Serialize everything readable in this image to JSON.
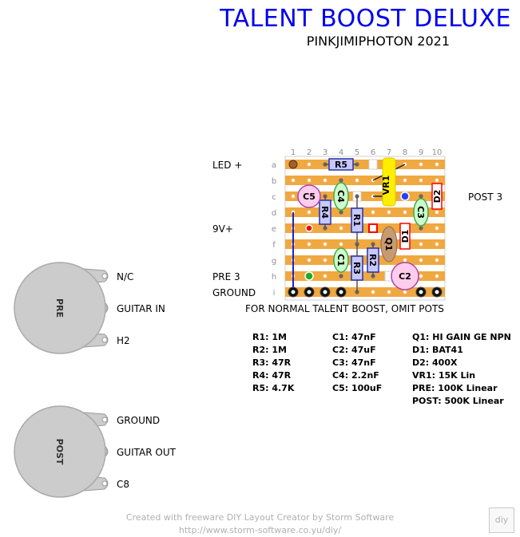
{
  "header": {
    "title": "TALENT BOOST DELUXE",
    "subtitle": "PINKJIMIPHOTON 2021"
  },
  "board": {
    "columns": [
      "1",
      "2",
      "3",
      "4",
      "5",
      "6",
      "7",
      "8",
      "9",
      "10"
    ],
    "rows": [
      "a",
      "b",
      "c",
      "d",
      "e",
      "f",
      "g",
      "h",
      "i"
    ],
    "strip_color": "#f0a840",
    "hole_color": "#ffffff",
    "component_labels": {
      "r1": "R1",
      "r2": "R2",
      "r3": "R3",
      "r4": "R4",
      "r5": "R5",
      "c1": "C1",
      "c2": "C2",
      "c3": "C3",
      "c4": "C4",
      "c5": "C5",
      "q1": "Q1",
      "d1": "D1",
      "d2": "D2",
      "vr1": "VR1"
    }
  },
  "board_labels": {
    "led_plus": "LED +",
    "v9_plus": "9V+",
    "pre3": "PRE 3",
    "ground": "GROUND",
    "post3": "POST 3"
  },
  "note": "FOR NORMAL TALENT BOOST, OMIT POTS",
  "pots": {
    "pre": {
      "name": "PRE",
      "lugs": [
        "N/C",
        "GUITAR IN",
        "H2"
      ]
    },
    "post": {
      "name": "POST",
      "lugs": [
        "GROUND",
        "GUITAR OUT",
        "C8"
      ]
    }
  },
  "bom": {
    "resistors": [
      "R1: 1M",
      "R2: 1M",
      "R3: 47R",
      "R4: 47R",
      "R5: 4.7K"
    ],
    "capacitors": [
      "C1: 47nF",
      "C2: 47uF",
      "C3: 47nF",
      "C4: 2.2nF",
      "C5: 100uF"
    ],
    "others": [
      "Q1: HI GAIN GE NPN",
      "D1: BAT41",
      "D2: 400X",
      "VR1: 15K Lin",
      "PRE: 100K Linear",
      "POST: 500K Linear"
    ]
  },
  "footer": {
    "line1": "Created with freeware DIY Layout Creator by Storm Software",
    "line2": "http://www.storm-software.co.yu/diy/",
    "logo_text": "diy"
  },
  "colors": {
    "title": "#0000ee",
    "resistor_body": "#c8c8ff",
    "resistor_border": "#2233aa",
    "cap_film": "#ccffcc",
    "cap_film_border": "#44aa44",
    "cap_elec": "#ffccee",
    "cap_elec_border": "#aa44aa",
    "diode_border": "#ff0000",
    "trimmer": "#ffee00",
    "transistor": "#c89a70",
    "wire": "#2222cc"
  }
}
